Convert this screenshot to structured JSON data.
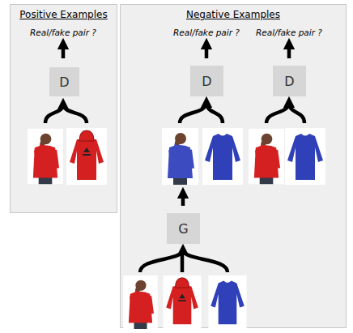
{
  "diagram": {
    "nodes": [
      {
        "text": [
          "Positive Examples"
        ]
      },
      {
        "text": [
          "D"
        ],
        "in": 0
      },
      {
        "text": [
          "Negative Examples"
        ]
      },
      {
        "text": [
          "D"
        ],
        "in": 2
      },
      {
        "text": [
          "D"
        ],
        "in": 2
      },
      {
        "text": [
          "G"
        ],
        "in": 2
      }
    ],
    "labels": [
      "Real/fake pair ?",
      "Real/fake pair ?",
      "Real/fake pair ?"
    ]
  }
}
